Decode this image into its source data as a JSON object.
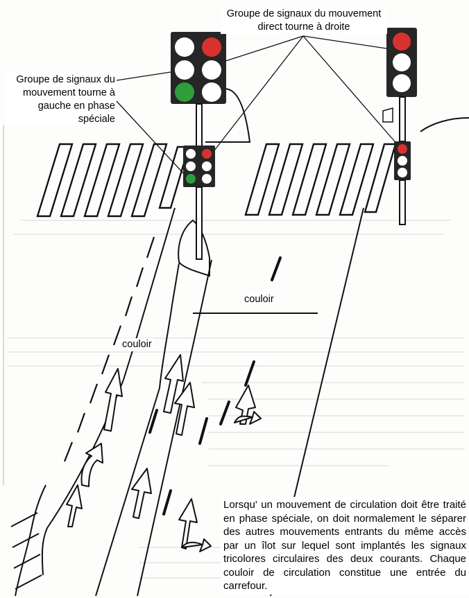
{
  "labels": {
    "through_right_group": "Groupe de signaux du mouvement direct tourne à droite",
    "left_turn_group": "Groupe de signaux du mouvement tourne à gauche en phase spéciale",
    "lane_1": "couloir",
    "lane_2": "couloir",
    "note": "Lorsqu' un mouvement de circulation doit être traité en phase spéciale, on doit normalement le séparer des autres mouvements entrants du même accès par un îlot sur lequel sont implantés les signaux tricolores circulaires des deux courants. Chaque couloir de circulation constitue une entrée du carrefour."
  },
  "colors": {
    "red_lamp": "#d8322f",
    "green_lamp": "#2e9e3a",
    "signal_head": "#262626",
    "line": "#111111"
  }
}
